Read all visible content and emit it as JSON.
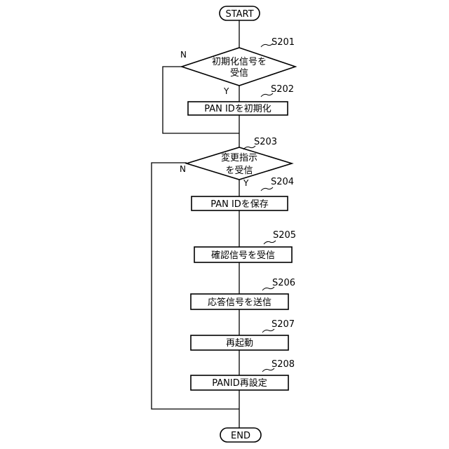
{
  "flowchart": {
    "start": "START",
    "end": "END",
    "steps": [
      {
        "id": "S201",
        "lines": [
          "初期化信号を",
          "受信"
        ],
        "kind": "decision",
        "yes": "Y",
        "no": "N"
      },
      {
        "id": "S202",
        "lines": [
          "PAN IDを初期化"
        ],
        "kind": "process"
      },
      {
        "id": "S203",
        "lines": [
          "変更指示",
          "を受信"
        ],
        "kind": "decision",
        "yes": "Y",
        "no": "N"
      },
      {
        "id": "S204",
        "lines": [
          "PAN IDを保存"
        ],
        "kind": "process"
      },
      {
        "id": "S205",
        "lines": [
          "確認信号を受信"
        ],
        "kind": "process"
      },
      {
        "id": "S206",
        "lines": [
          "応答信号を送信"
        ],
        "kind": "process"
      },
      {
        "id": "S207",
        "lines": [
          "再起動"
        ],
        "kind": "process"
      },
      {
        "id": "S208",
        "lines": [
          "PANID再設定"
        ],
        "kind": "process"
      }
    ]
  }
}
